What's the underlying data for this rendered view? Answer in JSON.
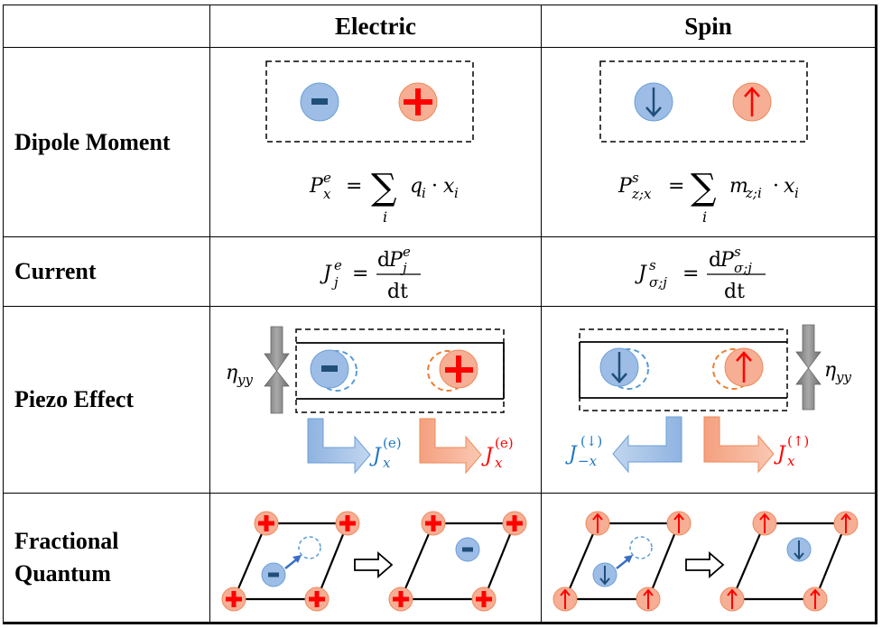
{
  "table": {
    "headers": [
      "",
      "Electric",
      "Spin"
    ],
    "rows": [
      {
        "label": "Dipole Moment",
        "electric": {
          "particles": [
            {
              "kind": "negative-charge",
              "glyph": "-"
            },
            {
              "kind": "positive-charge",
              "glyph": "+"
            }
          ],
          "formula": {
            "lhs": "P",
            "lhs_sup": "e",
            "lhs_sub": "x",
            "eq": "=",
            "sum": "∑",
            "sum_index": "i",
            "term1": "q",
            "term1_sub": "i",
            "dot": "·",
            "term2": "x",
            "term2_sub": "i"
          }
        },
        "spin": {
          "particles": [
            {
              "kind": "spin-down",
              "glyph": "↓"
            },
            {
              "kind": "spin-up",
              "glyph": "↑"
            }
          ],
          "formula": {
            "lhs": "P",
            "lhs_sup": "s",
            "lhs_sub": "z;x",
            "eq": "=",
            "sum": "∑",
            "sum_index": "i",
            "term1": "m",
            "term1_sub": "z;i",
            "dot": "·",
            "term2": "x",
            "term2_sub": "i"
          }
        }
      },
      {
        "label": "Current",
        "electric": {
          "formula": {
            "lhs": "J",
            "lhs_sup": "e",
            "lhs_sub": "j",
            "eq": "=",
            "num_d": "d",
            "num": "P",
            "num_sup": "e",
            "num_sub": "j",
            "den": "dt"
          }
        },
        "spin": {
          "formula": {
            "lhs": "J",
            "lhs_sup": "s",
            "lhs_sub": "σ;j",
            "eq": "=",
            "num_d": "d",
            "num": "P",
            "num_sup": "s",
            "num_sub": "σ;j",
            "den": "dt"
          }
        }
      },
      {
        "label": "Piezo Effect",
        "electric": {
          "strain_label": "η",
          "strain_sub": "yy",
          "particles": [
            {
              "kind": "negative-charge",
              "glyph": "-"
            },
            {
              "kind": "positive-charge",
              "glyph": "+"
            }
          ],
          "currents": [
            {
              "label": "J",
              "sup": "(e)",
              "sub": "x",
              "color": "#1f77c4",
              "direction": "right"
            },
            {
              "label": "J",
              "sup": "(e)",
              "sub": "x",
              "color": "#ff0000",
              "direction": "right"
            }
          ]
        },
        "spin": {
          "strain_label": "η",
          "strain_sub": "yy",
          "particles": [
            {
              "kind": "spin-down",
              "glyph": "↓"
            },
            {
              "kind": "spin-up",
              "glyph": "↑"
            }
          ],
          "currents": [
            {
              "label": "J",
              "sup": "(↓)",
              "sub": "−x",
              "color": "#1f77c4",
              "direction": "left"
            },
            {
              "label": "J",
              "sup": "(↑)",
              "sub": "x",
              "color": "#ff0000",
              "direction": "right"
            }
          ]
        }
      },
      {
        "label_line1": "Fractional",
        "label_line2": "Quantum",
        "electric": {
          "corner_glyph": "+",
          "center_glyph": "-"
        },
        "spin": {
          "corner_glyph": "↑",
          "center_glyph": "↓"
        }
      }
    ]
  },
  "colors": {
    "blue_fill": "#9dbde6",
    "blue_stroke": "#6a9fd8",
    "blue_dark": "#1f4e79",
    "orange_fill": "#f6ae94",
    "orange_stroke": "#ee8a5a",
    "red": "#ff0000",
    "dashed_blue": "#5b9bd5",
    "dashed_orange": "#ed7d31",
    "gray_arrow": "#8c8c8c",
    "current_blue": "#1f77c4"
  }
}
